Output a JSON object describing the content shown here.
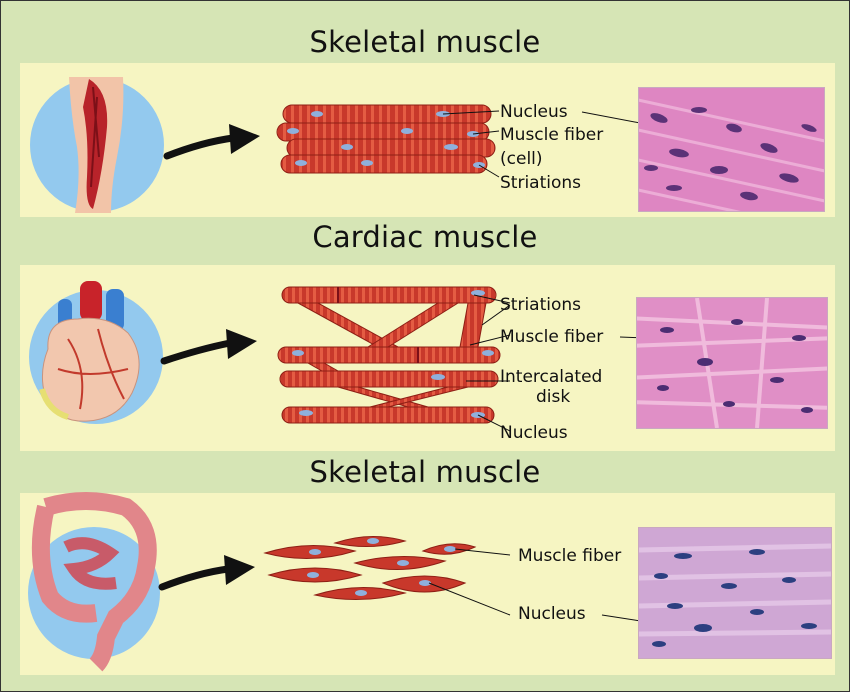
{
  "sections": [
    {
      "title": "Skeletal muscle",
      "labels": [
        "Nucleus",
        "Muscle fiber",
        "(cell)",
        "Striations"
      ],
      "organ_icon": "leg-muscle-icon"
    },
    {
      "title": "Cardiac muscle",
      "labels": [
        "Striations",
        "Muscle fiber",
        "Intercalated",
        "disk",
        "Nucleus"
      ],
      "organ_icon": "heart-icon"
    },
    {
      "title": "Skeletal muscle",
      "labels": [
        "Muscle fiber",
        "Nucleus"
      ],
      "organ_icon": "intestine-icon"
    }
  ],
  "colors": {
    "background": "#d6e5b5",
    "panel": "#f6f5c2",
    "fiber": "#c8382b",
    "fiber_dark": "#a02418",
    "nucleus": "#8fb0dc",
    "circle": "#93c9ee",
    "tissue_pink": "#de86c2",
    "tissue_nucleus": "#4b2d72"
  }
}
